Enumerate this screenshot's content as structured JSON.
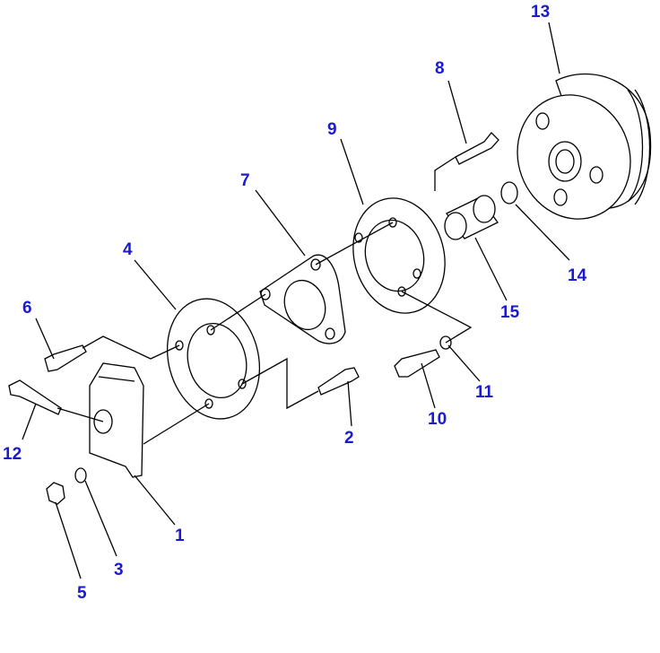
{
  "callouts": {
    "p1": "1",
    "p2": "2",
    "p3": "3",
    "p4": "4",
    "p5": "5",
    "p6": "6",
    "p7": "7",
    "p8": "8",
    "p9": "9",
    "p10": "10",
    "p11": "11",
    "p12": "12",
    "p13": "13",
    "p14": "14",
    "p15": "15"
  },
  "colors": {
    "callout": "#1a1ad0",
    "line": "#000000"
  }
}
